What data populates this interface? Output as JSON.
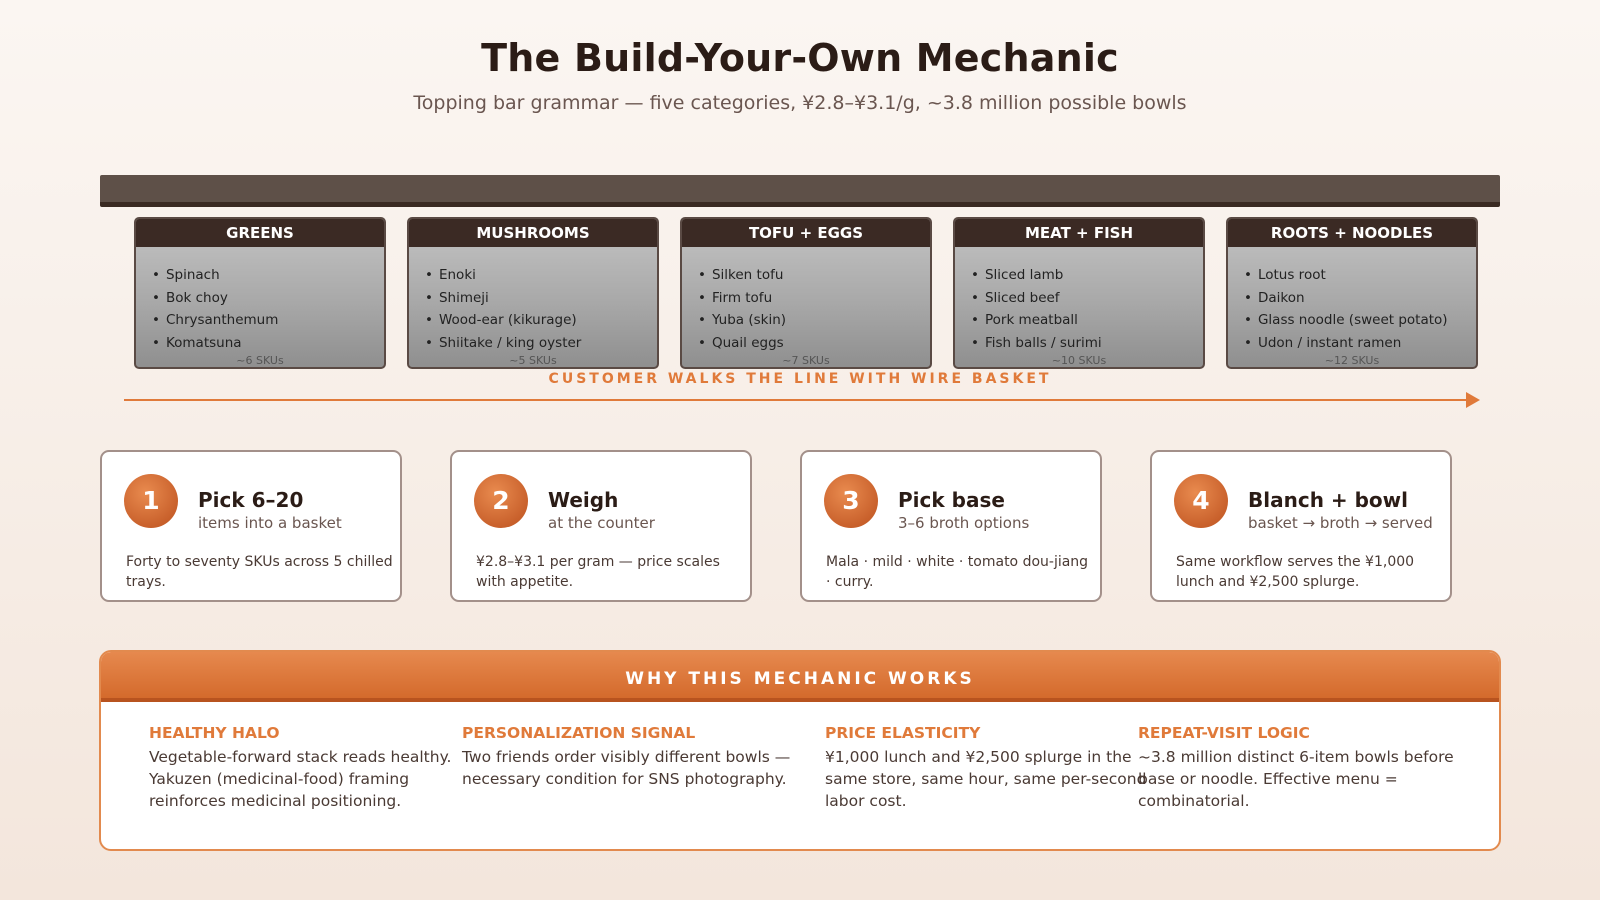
{
  "header": {
    "title": "The Build-Your-Own Mechanic",
    "subtitle": "Topping bar grammar — five categories, ¥2.8–¥3.1/g, ~3.8 million possible bowls"
  },
  "trays": [
    {
      "name": "GREENS",
      "items": [
        "Spinach",
        "Bok choy",
        "Chrysanthemum",
        "Komatsuna"
      ],
      "sku": "~6 SKUs"
    },
    {
      "name": "MUSHROOMS",
      "items": [
        "Enoki",
        "Shimeji",
        "Wood-ear (kikurage)",
        "Shiitake / king oyster"
      ],
      "sku": "~5 SKUs"
    },
    {
      "name": "TOFU + EGGS",
      "items": [
        "Silken tofu",
        "Firm tofu",
        "Yuba (skin)",
        "Quail eggs"
      ],
      "sku": "~7 SKUs"
    },
    {
      "name": "MEAT + FISH",
      "items": [
        "Sliced lamb",
        "Sliced beef",
        "Pork meatball",
        "Fish balls / surimi"
      ],
      "sku": "~10 SKUs"
    },
    {
      "name": "ROOTS + NOODLES",
      "items": [
        "Lotus root",
        "Daikon",
        "Glass noodle (sweet potato)",
        "Udon / instant ramen"
      ],
      "sku": "~12 SKUs"
    }
  ],
  "walk_label": "CUSTOMER WALKS THE LINE WITH WIRE BASKET",
  "steps": [
    {
      "num": "1",
      "title": "Pick 6–20",
      "sub": "items into a basket",
      "desc": "Forty to seventy SKUs across 5 chilled trays."
    },
    {
      "num": "2",
      "title": "Weigh",
      "sub": "at the counter",
      "desc": "¥2.8–¥3.1 per gram — price scales with appetite."
    },
    {
      "num": "3",
      "title": "Pick base",
      "sub": "3–6 broth options",
      "desc": "Mala · mild · white · tomato dou-jiang · curry."
    },
    {
      "num": "4",
      "title": "Blanch + bowl",
      "sub": "basket → broth → served",
      "desc": "Same workflow serves the ¥1,000 lunch and ¥2,500 splurge."
    }
  ],
  "why": {
    "heading": "WHY THIS MECHANIC WORKS",
    "items": [
      {
        "title": "HEALTHY HALO",
        "text": "Vegetable-forward stack reads healthy. Yakuzen (medicinal-food) framing reinforces medicinal positioning."
      },
      {
        "title": "PERSONALIZATION SIGNAL",
        "text": "Two friends order visibly different bowls — necessary condition for SNS photography."
      },
      {
        "title": "PRICE ELASTICITY",
        "text": "¥1,000 lunch and ¥2,500 splurge in the same store, same hour, same per-second labor cost."
      },
      {
        "title": "REPEAT-VISIT LOGIC",
        "text": "~3.8 million distinct 6-item bowls before base or noodle. Effective menu = combinatorial."
      }
    ]
  },
  "colors": {
    "accent": "#e07a3a",
    "tray_header": "#3b2a24",
    "bar": "#5e5048"
  }
}
